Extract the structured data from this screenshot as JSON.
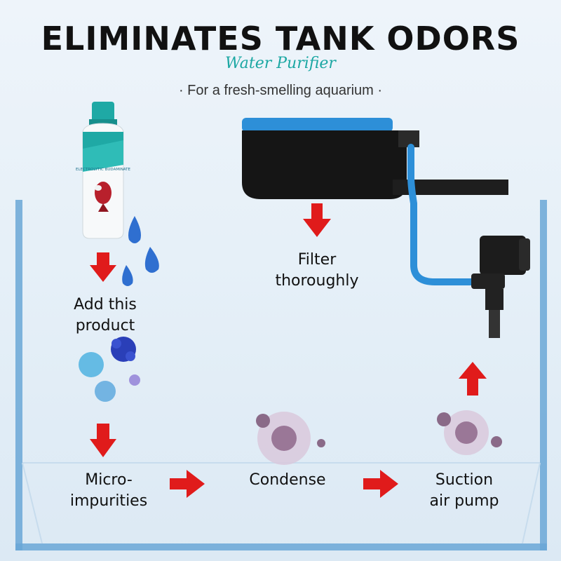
{
  "header": {
    "headline": "ELIMINATES TANK ODORS",
    "script_subtitle": "Water Purifier",
    "tagline": "· For a fresh-smelling aquarium ·"
  },
  "bottle": {
    "label_text": "ELECTROLYTIC BUDAMINATE"
  },
  "steps": {
    "add_product": "Add this\nproduct",
    "filter": "Filter\nthoroughly",
    "micro_impurities": "Micro-\nimpurities",
    "condense": "Condense",
    "suction": "Suction\nair pump"
  },
  "colors": {
    "arrow": "#e01b1b",
    "tank_glass": "#6aa7d6",
    "filter_blue": "#2d8fd8",
    "bottle_teal": "#1fa9a5",
    "droplet": "#2f6fd0"
  }
}
